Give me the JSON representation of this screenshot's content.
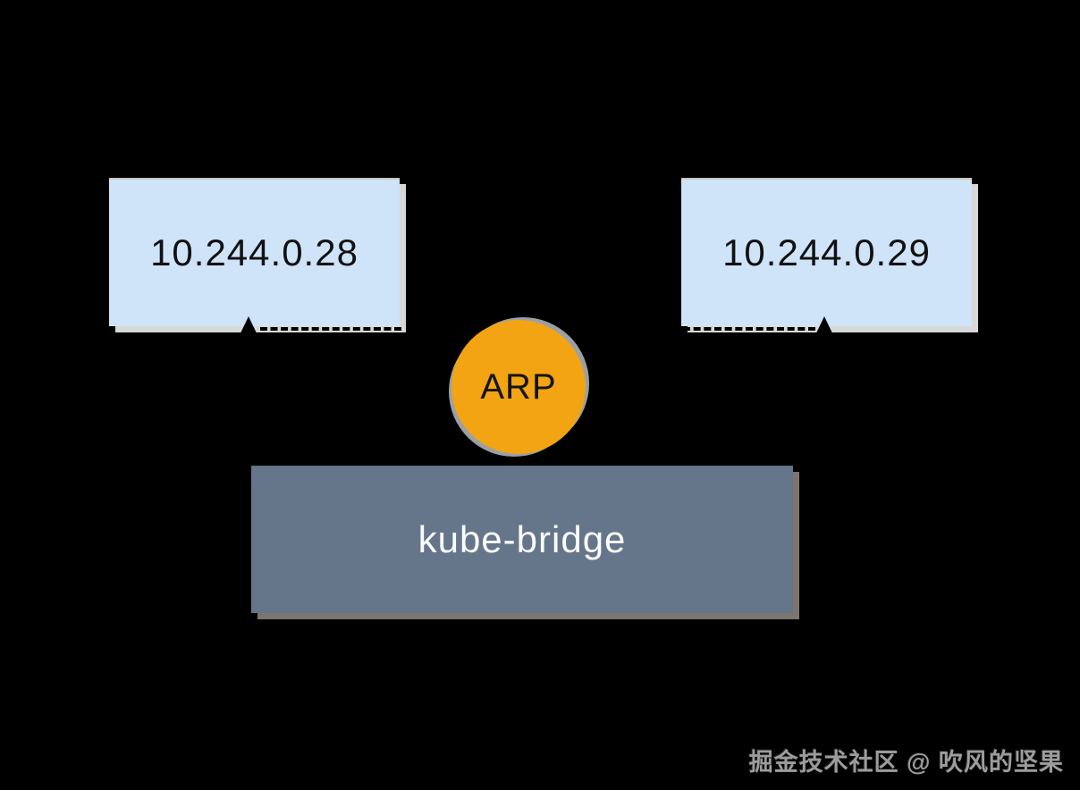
{
  "diagram": {
    "title_semantic": "kube-bridge ARP resolution diagram",
    "background_color": "#000000",
    "pods": [
      {
        "id": "pod-a",
        "label": "10.244.0.28"
      },
      {
        "id": "pod-b",
        "label": "10.244.0.29"
      }
    ],
    "arp": {
      "label": "ARP"
    },
    "bridge": {
      "label": "kube-bridge"
    },
    "connectors": [
      {
        "from": "kube-bridge",
        "to": "10.244.0.28",
        "style": "dashed",
        "arrow": "up"
      },
      {
        "from": "kube-bridge",
        "to": "10.244.0.29",
        "style": "dashed",
        "arrow": "up"
      },
      {
        "from": "10.244.0.29",
        "to": "kube-bridge",
        "style": "solid",
        "arrow": "down"
      }
    ],
    "colors": {
      "pod_fill": "#CFE4F9",
      "pod_shadow": "#D8D8D8",
      "pod_text": "#111111",
      "arp_fill": "#F2A413",
      "arp_ring": "#9AA0A6",
      "arp_text": "#141414",
      "bridge_fill": "#65758A",
      "bridge_shadow": "#7B756E",
      "bridge_text": "#FAFBFC",
      "arrow_color": "#000000",
      "watermark_color": "#9C9C9C"
    },
    "watermark": {
      "text": "掘金技术社区 @ 吹风的坚果"
    }
  }
}
